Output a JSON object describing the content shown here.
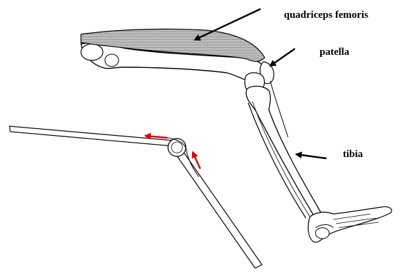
{
  "labels": {
    "quadriceps": "quadriceps femoris",
    "patella": "patella",
    "tibia": "tibia"
  },
  "colors": {
    "line": "#000000",
    "force_arrow": "#e00000",
    "muscle_fill": "#bdbdbd",
    "bone_fill": "#ffffff"
  }
}
